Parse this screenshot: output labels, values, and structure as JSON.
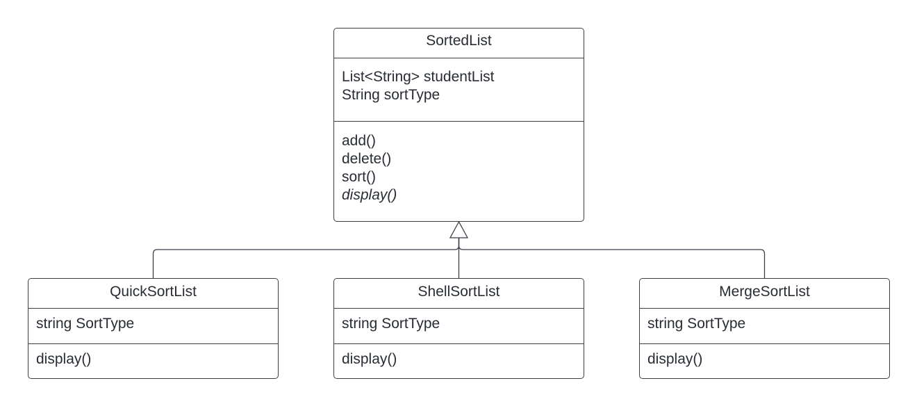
{
  "diagram": {
    "parent": {
      "name": "SortedList",
      "attributes": [
        "List<String> studentList",
        "String sortType"
      ],
      "methods": [
        {
          "text": "add()",
          "abstract": false
        },
        {
          "text": "delete()",
          "abstract": false
        },
        {
          "text": "sort()",
          "abstract": false
        },
        {
          "text": "display()",
          "abstract": true
        }
      ]
    },
    "children": [
      {
        "name": "QuickSortList",
        "attributes": [
          "string SortType"
        ],
        "methods": [
          "display()"
        ]
      },
      {
        "name": "ShellSortList",
        "attributes": [
          "string SortType"
        ],
        "methods": [
          "display()"
        ]
      },
      {
        "name": "MergeSortList",
        "attributes": [
          "string SortType"
        ],
        "methods": [
          "display()"
        ]
      }
    ],
    "relationship": "inheritance",
    "colors": {
      "border": "#3a3f47",
      "text": "#282c33",
      "background": "#ffffff"
    }
  }
}
